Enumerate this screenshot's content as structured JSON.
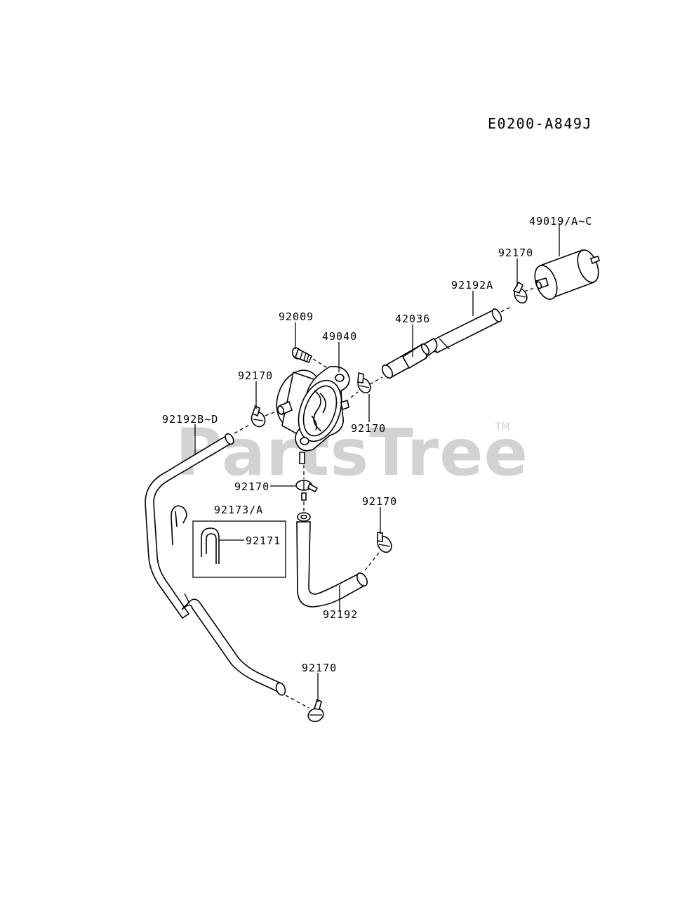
{
  "diagram": {
    "code": "E0200-A849J",
    "watermark": "PartsTree",
    "watermark_tm": "TM",
    "labels": {
      "fuel_filter": "49019/A~C",
      "clamp_filter": "92170",
      "hose_upper": "92192A",
      "pipe": "42036",
      "bolt": "92009",
      "fuel_pump": "49040",
      "clamp_pump_left": "92170",
      "hose_left": "92192B~D",
      "clamp_pump_right": "92170",
      "clamp_pump_bottom": "92170",
      "clip_set": "92173/A",
      "clip": "92171",
      "clamp_lower_right": "92170",
      "hose_lower": "92192",
      "clamp_bottom": "92170"
    }
  }
}
